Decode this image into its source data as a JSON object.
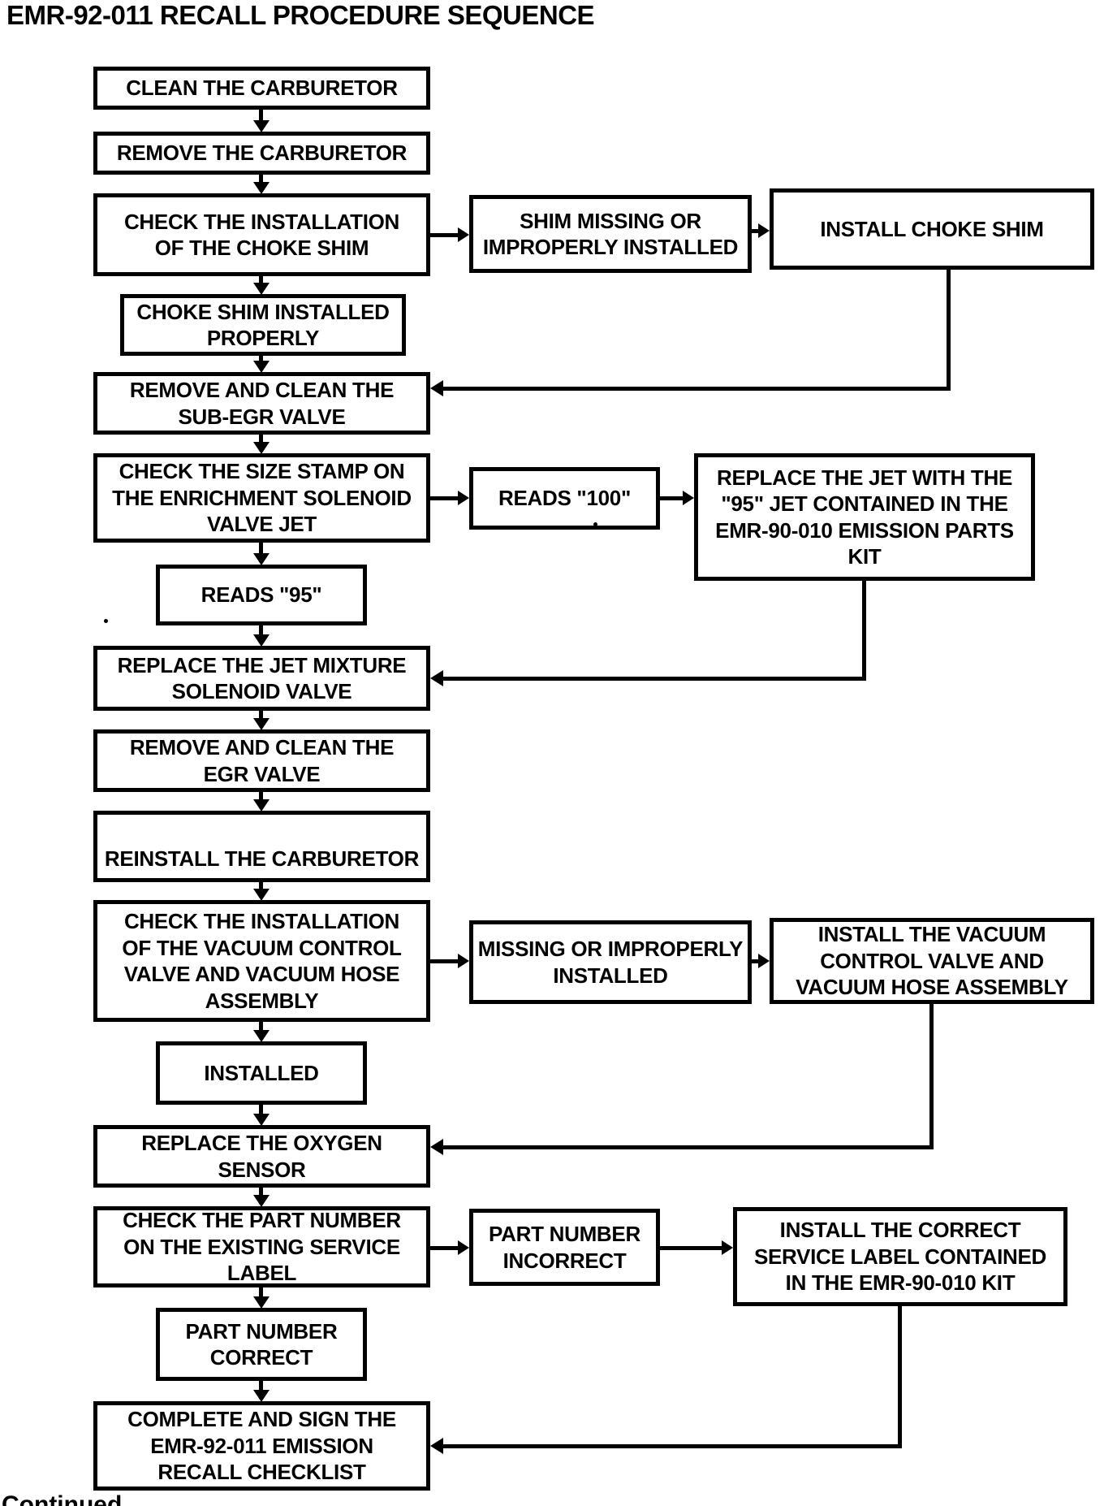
{
  "page": {
    "title": "EMR-92-011 RECALL PROCEDURE SEQUENCE",
    "footer": {
      "continued_label": "Continued"
    }
  },
  "flowchart": {
    "type": "flowchart",
    "colors": {
      "ink": "#000000",
      "paper": "#ffffff"
    },
    "nodes": {
      "clean_carburetor": {
        "label": "CLEAN THE CARBURETOR"
      },
      "remove_carburetor": {
        "label": "REMOVE THE CARBURETOR"
      },
      "check_choke_shim": {
        "label": "CHECK THE INSTALLATION\nOF THE CHOKE SHIM"
      },
      "shim_missing": {
        "label": "SHIM MISSING OR\nIMPROPERLY INSTALLED"
      },
      "install_choke_shim": {
        "label": "INSTALL CHOKE SHIM"
      },
      "choke_shim_installed": {
        "label": "CHOKE SHIM INSTALLED\nPROPERLY"
      },
      "remove_clean_sub_egr": {
        "label": "REMOVE AND CLEAN THE\nSUB-EGR VALVE"
      },
      "check_size_stamp": {
        "label": "CHECK THE SIZE STAMP ON\nTHE ENRICHMENT SOLENOID\nVALVE JET"
      },
      "reads_100": {
        "label": "READS \"100\""
      },
      "replace_jet_95": {
        "label": "REPLACE THE JET WITH THE\n\"95\" JET CONTAINED IN THE\nEMR-90-010 EMISSION PARTS\nKIT"
      },
      "reads_95": {
        "label": "READS \"95\""
      },
      "replace_jet_mixture": {
        "label": "REPLACE THE JET MIXTURE\nSOLENOID VALVE"
      },
      "remove_clean_egr": {
        "label": "REMOVE AND CLEAN THE\nEGR VALVE"
      },
      "reinstall_carburetor": {
        "label": "REINSTALL THE CARBURETOR"
      },
      "check_vacuum_valve": {
        "label": "CHECK THE INSTALLATION\nOF THE VACUUM CONTROL\nVALVE AND VACUUM HOSE\nASSEMBLY"
      },
      "vacuum_missing": {
        "label": "MISSING OR IMPROPERLY\nINSTALLED"
      },
      "install_vacuum_valve": {
        "label": "INSTALL THE VACUUM\nCONTROL VALVE AND\nVACUUM HOSE ASSEMBLY"
      },
      "installed": {
        "label": "INSTALLED"
      },
      "replace_oxygen_sensor": {
        "label": "REPLACE THE OXYGEN\nSENSOR"
      },
      "check_part_number": {
        "label": "CHECK THE PART NUMBER\nON THE EXISTING SERVICE\nLABEL"
      },
      "part_number_incorrect": {
        "label": "PART NUMBER\nINCORRECT"
      },
      "install_correct_label": {
        "label": "INSTALL THE CORRECT\nSERVICE LABEL CONTAINED\nIN THE EMR-90-010 KIT"
      },
      "part_number_correct": {
        "label": "PART NUMBER\nCORRECT"
      },
      "complete_checklist": {
        "label": "COMPLETE AND SIGN THE\nEMR-92-011 EMISSION\nRECALL CHECKLIST"
      }
    }
  }
}
